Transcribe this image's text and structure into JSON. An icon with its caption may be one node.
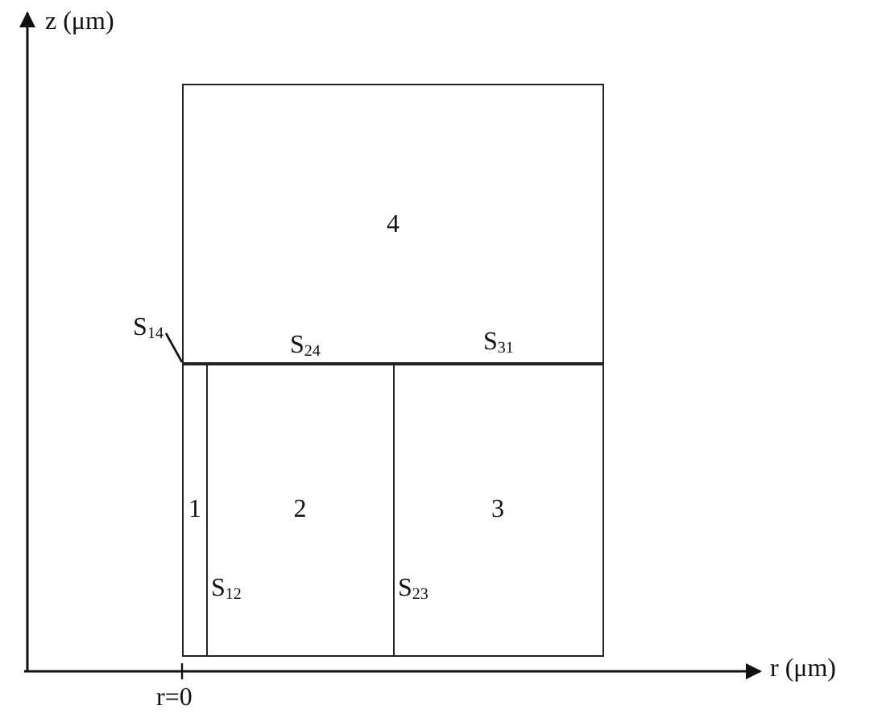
{
  "diagram": {
    "nodes": [
      {
        "text": [
          "4"
        ]
      },
      {
        "text": [
          "1"
        ]
      },
      {
        "text": [
          "2"
        ]
      },
      {
        "text": [
          "3"
        ]
      },
      {
        "text": [
          "S$_{14}$"
        ]
      }
    ],
    "edges": [
      {
        "from": 4,
        "to": 1,
        "arrow": "none"
      }
    ],
    "labels": [
      "z (μm)",
      "S$_{24}$",
      "S$_{31}$",
      "S$_{12}$",
      "S$_{23}$",
      "r (μm)",
      "r=0"
    ]
  }
}
